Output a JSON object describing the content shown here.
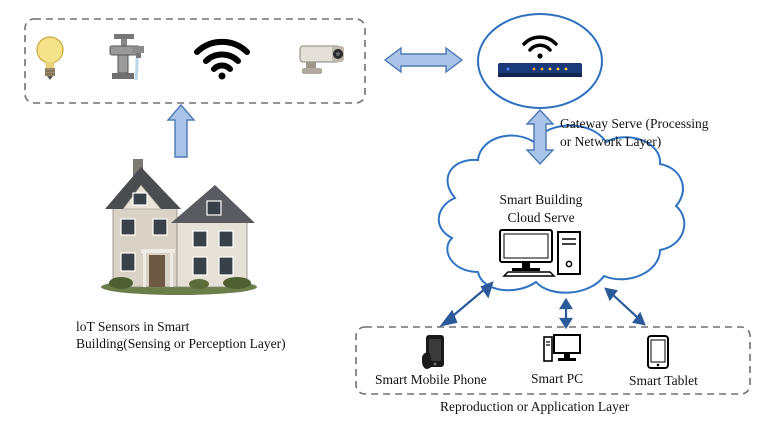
{
  "sensing_layer": {
    "icons": [
      "light-bulb-icon",
      "water-tap-icon",
      "wifi-icon",
      "security-camera-icon"
    ],
    "caption_line1": "loT Sensors in Smart",
    "caption_line2": "Building(Sensing or Perception Layer)"
  },
  "gateway": {
    "icon": "wifi-router-icon",
    "caption_line1": "Gateway Serve (Processing",
    "caption_line2": "or Network Layer)"
  },
  "cloud": {
    "title_line1": "Smart Building",
    "title_line2": "Cloud Serve",
    "icon": "desktop-computer-icon"
  },
  "application_layer": {
    "devices": [
      {
        "label": "Smart Mobile Phone",
        "icon": "mobile-phone-icon"
      },
      {
        "label": "Smart PC",
        "icon": "desktop-pc-icon"
      },
      {
        "label": "Smart Tablet",
        "icon": "tablet-icon"
      }
    ],
    "caption": "Reproduction or Application Layer"
  },
  "colors": {
    "arrow_fill": "#a9c4e6",
    "arrow_stroke": "#4a78b5",
    "dash_border": "#707070",
    "gateway_ring": "#2e6fbf",
    "cloud_stroke": "#2f73c4",
    "connector": "#2b5a9a"
  }
}
